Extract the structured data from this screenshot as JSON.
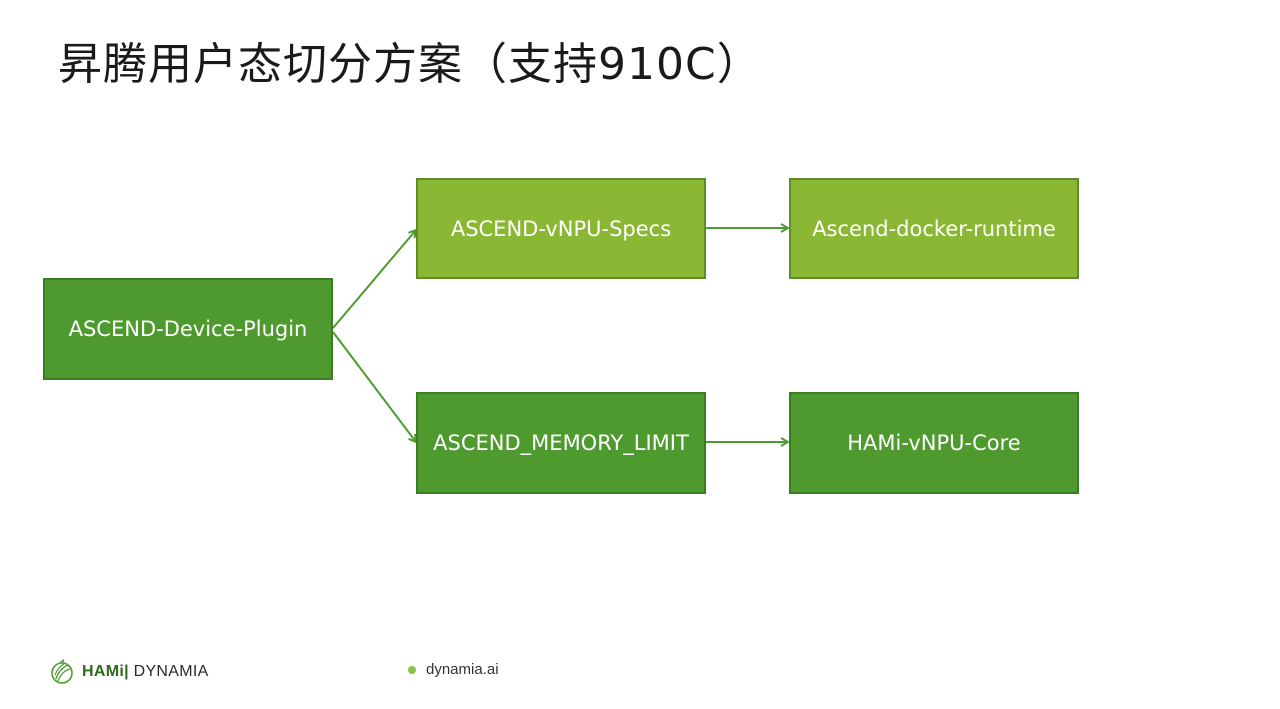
{
  "slide": {
    "title": "昇腾用户态切分方案（支持910C）"
  },
  "diagram": {
    "nodes": {
      "device_plugin": "ASCEND-Device-Plugin",
      "vnpu_specs": "ASCEND-vNPU-Specs",
      "docker_runtime": "Ascend-docker-runtime",
      "memory_limit": "ASCEND_MEMORY_LIMIT",
      "hami_core": "HAMi-vNPU-Core"
    },
    "edges": [
      [
        "device_plugin",
        "vnpu_specs"
      ],
      [
        "device_plugin",
        "memory_limit"
      ],
      [
        "vnpu_specs",
        "docker_runtime"
      ],
      [
        "memory_limit",
        "hami_core"
      ]
    ],
    "colors": {
      "dark_green": "#4f9a2e",
      "light_green": "#8bb834",
      "arrow": "#4f9a2e"
    }
  },
  "footer": {
    "brand_primary": "HAMi|",
    "brand_secondary": " DYNAMIA",
    "logo_icon": "hami-leaf-icon",
    "site_dot_icon": "green-dot-icon",
    "site": "dynamia.ai"
  }
}
